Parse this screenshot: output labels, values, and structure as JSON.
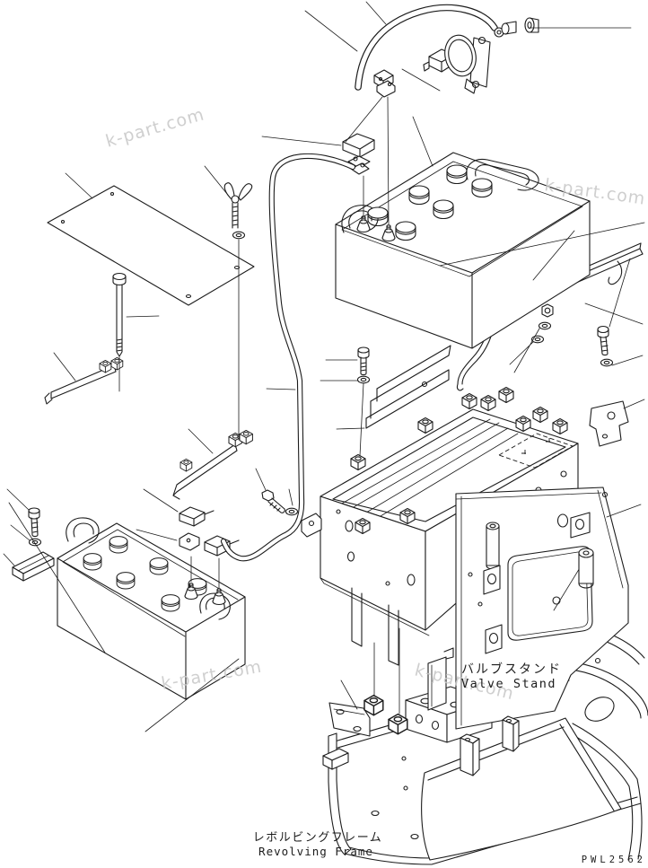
{
  "page": {
    "background_color": "#ffffff",
    "line_color": "#1c1c1c",
    "watermark_text": "k-part.com",
    "watermark_color": "#c7c7c7",
    "drawing_code": "PWL2562"
  },
  "labels": {
    "valve_stand": {
      "jp": "バルブスタンド",
      "en": "Valve Stand"
    },
    "revolving_frame": {
      "jp": "レボルビングフレーム",
      "en": "Revolving Frame"
    }
  }
}
